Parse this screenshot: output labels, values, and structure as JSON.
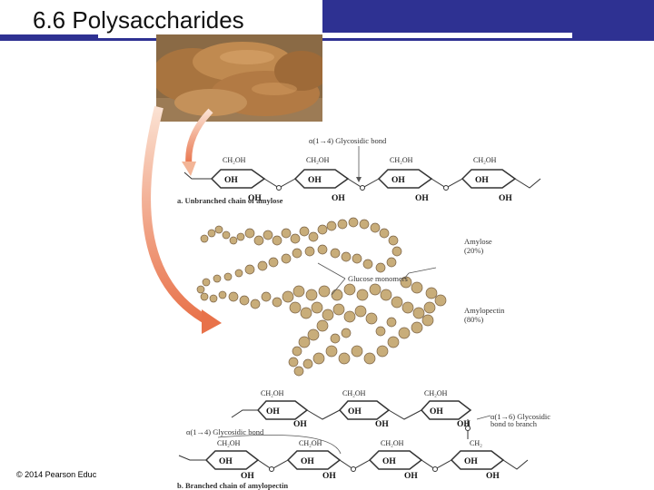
{
  "title": "6.6 Polysaccharides",
  "copyright": "© 2014 Pearson Educ",
  "amylose_diagram": {
    "bond_label": "α(1→4) Glycosidic bond",
    "group_label": "CH₂OH",
    "oh_label": "OH",
    "caption": "a. Unbranched chain of amylose"
  },
  "granule_labels": {
    "glucose_monomers": "Glucose monomers",
    "amylose": "Amylose",
    "amylose_pct": "(20%)",
    "amylopectin": "Amylopectin",
    "amylopectin_pct": "(80%)"
  },
  "amylopectin_diagram": {
    "bond_14_label": "α(1→4) Glycosidic bond",
    "bond_16_label_1": "α(1→6) Glycosidic",
    "bond_16_label_2": "bond to branch",
    "group_label": "CH₂OH",
    "ch2_label": "CH₂",
    "oh_label": "OH",
    "caption": "b. Branched chain of amylopectin"
  },
  "colors": {
    "header": "#2e3192",
    "arrow": "#e8724a",
    "granule": "#c8ad7a",
    "potato": "#b07a45"
  }
}
